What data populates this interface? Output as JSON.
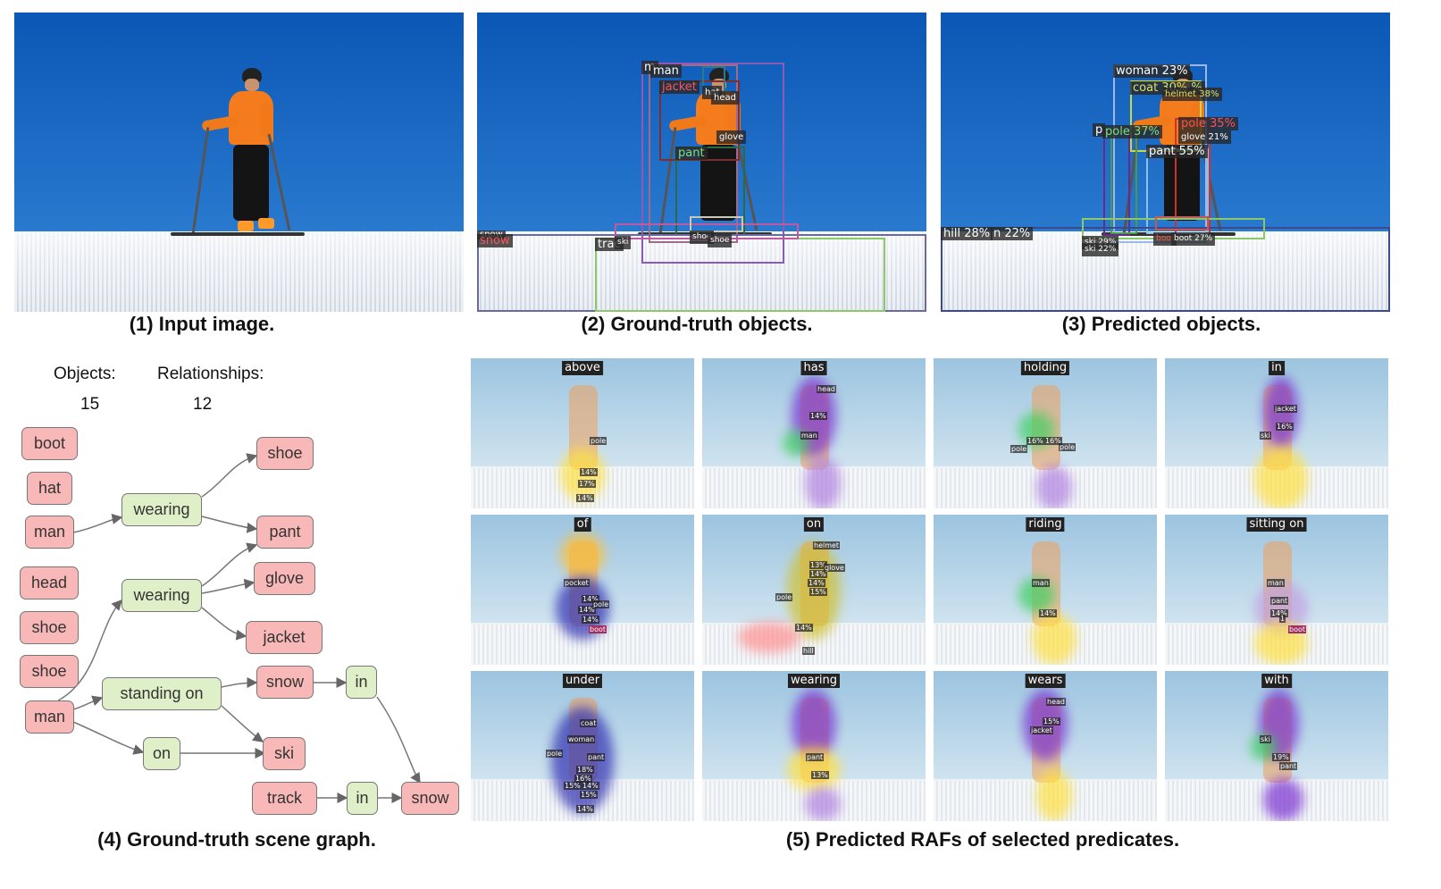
{
  "panels": {
    "input": {
      "caption": "(1) Input image."
    },
    "gt": {
      "caption": "(2) Ground-truth objects.",
      "labels": [
        "man",
        "m",
        "jacket",
        "hat",
        "head",
        "glove",
        "pant",
        "snow",
        "snow",
        "trac",
        "ski",
        "shoe",
        "shoe"
      ]
    },
    "pred": {
      "caption": "(3) Predicted objects.",
      "labels": [
        "woman 23%",
        "coat 30% %",
        "helmet 38%",
        "pole 35%",
        "pole 37%",
        "p",
        "glove 21%",
        "pant 55%",
        "hill 28%",
        "n 22%",
        "ski 29%",
        "ski 22%",
        "boot",
        "boot 27%"
      ]
    },
    "scene_graph": {
      "caption": "(4) Ground-truth scene graph.",
      "objects_label": "Objects:",
      "objects_count": "15",
      "relationships_label": "Relationships:",
      "relationships_count": "12",
      "nodes": {
        "boot": "boot",
        "hat": "hat",
        "man1": "man",
        "head": "head",
        "shoe_l1": "shoe",
        "shoe_l2": "shoe",
        "man2": "man",
        "wearing1": "wearing",
        "wearing2": "wearing",
        "standing_on": "standing on",
        "on": "on",
        "shoe_r": "shoe",
        "pant": "pant",
        "glove": "glove",
        "jacket": "jacket",
        "snow1": "snow",
        "ski": "ski",
        "track": "track",
        "in1": "in",
        "in2": "in",
        "snow2": "snow"
      }
    },
    "rafs": {
      "caption": "(5) Predicted RAFs of selected predicates.",
      "predicates": [
        "above",
        "has",
        "holding",
        "in",
        "of",
        "on",
        "riding",
        "sitting on",
        "under",
        "wearing",
        "wears",
        "with"
      ],
      "labels": {
        "above": [
          "pole",
          "14%",
          "17%",
          "14%"
        ],
        "has": [
          "head",
          "14%",
          "man"
        ],
        "holding": [
          "16%",
          "16%",
          "pole",
          "pole"
        ],
        "in": [
          "jacket",
          "16%",
          "ski"
        ],
        "of": [
          "pocket",
          "14%",
          "14%",
          "14%",
          "pole",
          "boot"
        ],
        "on": [
          "helmet",
          "13%",
          "14%",
          "14%",
          "glove",
          "15%",
          "pole",
          "14%",
          "hill"
        ],
        "riding": [
          "man",
          "14%"
        ],
        "sitting on": [
          "man",
          "pant",
          "14%",
          "1",
          "boot"
        ],
        "under": [
          "coat",
          "woman",
          "pole",
          "pant",
          "18%",
          "16%",
          "15%",
          "14%",
          "15%",
          "14%"
        ],
        "wearing": [
          "pant",
          "13%"
        ],
        "wears": [
          "head",
          "15%",
          "jacket"
        ],
        "with": [
          "ski",
          "19%",
          "pant"
        ]
      }
    }
  },
  "colors": {
    "sky": "#0b57b5",
    "coat": "#f47c1c",
    "object_node": "#f9b8b8",
    "relation_node": "#dff0c8"
  }
}
